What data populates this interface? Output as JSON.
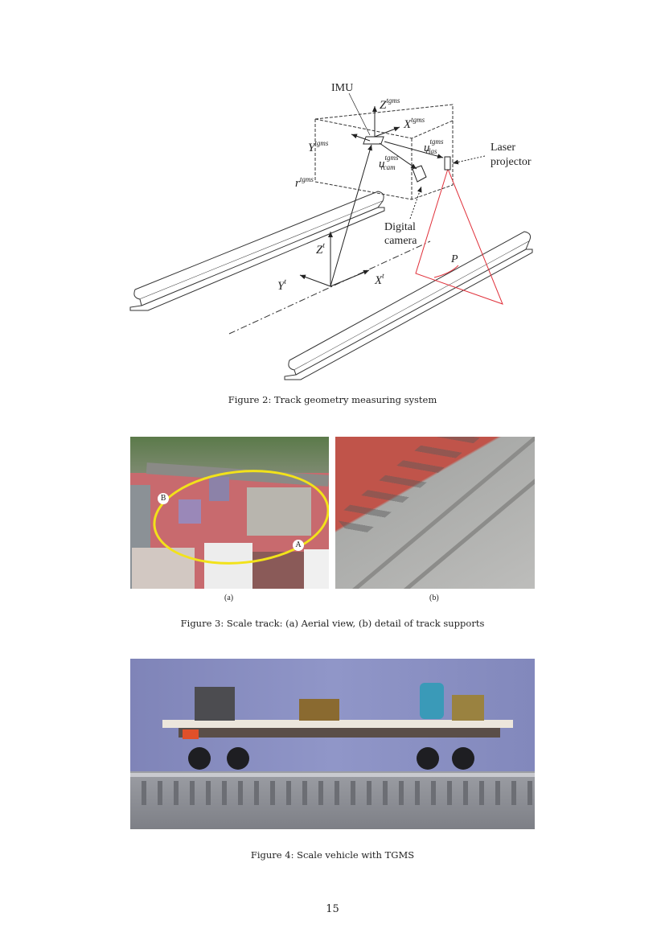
{
  "figure2": {
    "caption": "Figure 2: Track geometry measuring system",
    "labels": {
      "imu": "IMU",
      "z_tgms": "Z",
      "x_tgms": "X",
      "y_tgms": "Y",
      "sup_tgms": "tgms",
      "u_rlas_sub": "rlas",
      "u_rcam_sub": "rcam",
      "u": "u",
      "r": "r",
      "laser_1": "Laser",
      "laser_2": "projector",
      "camera_1": "Digital",
      "camera_2": "camera",
      "z_t": "Z",
      "y_t": "Y",
      "x_t": "X",
      "sup_t": "t",
      "p": "P"
    },
    "colors": {
      "laser": "#e0303a"
    }
  },
  "figure3": {
    "caption": "Figure 3: Scale track: (a) Aerial view, (b) detail of track supports",
    "sub_a": "(a)",
    "sub_b": "(b)",
    "marker_a": "A",
    "marker_b": "B"
  },
  "figure4": {
    "caption": "Figure 4: Scale vehicle with TGMS"
  },
  "page_number": "15"
}
